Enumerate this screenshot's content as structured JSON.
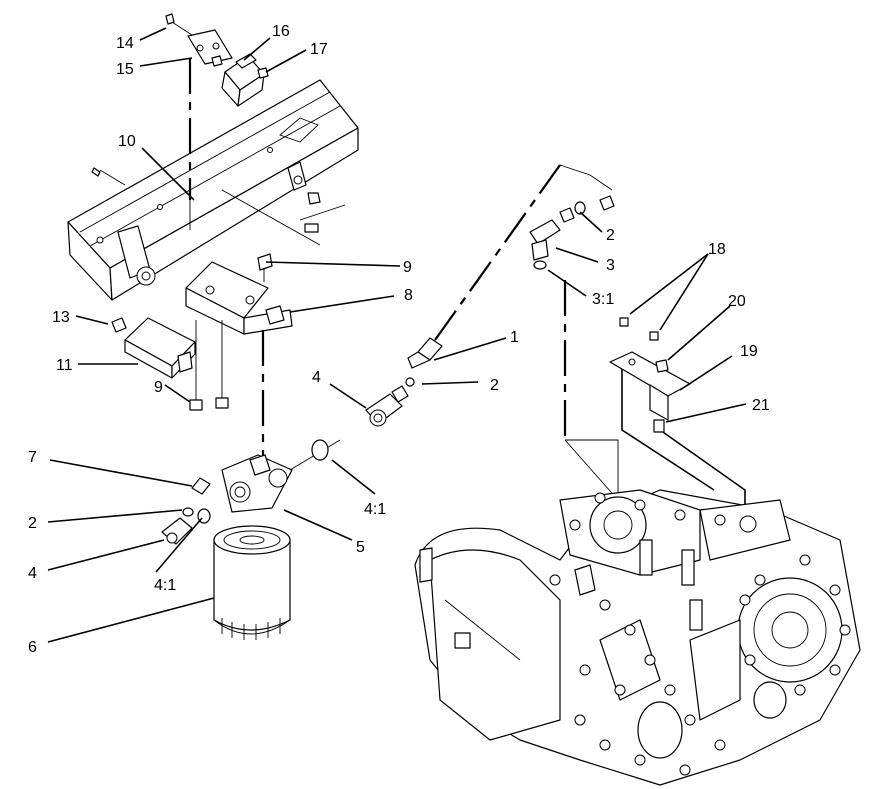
{
  "callouts": [
    {
      "id": "14",
      "label": "14"
    },
    {
      "id": "15",
      "label": "15"
    },
    {
      "id": "16",
      "label": "16"
    },
    {
      "id": "17",
      "label": "17"
    },
    {
      "id": "10",
      "label": "10"
    },
    {
      "id": "9a",
      "label": "9"
    },
    {
      "id": "8",
      "label": "8"
    },
    {
      "id": "13",
      "label": "13"
    },
    {
      "id": "11",
      "label": "11"
    },
    {
      "id": "9b",
      "label": "9"
    },
    {
      "id": "1",
      "label": "1"
    },
    {
      "id": "2a",
      "label": "2"
    },
    {
      "id": "3",
      "label": "3"
    },
    {
      "id": "3_1",
      "label": "3:1"
    },
    {
      "id": "18",
      "label": "18"
    },
    {
      "id": "20",
      "label": "20"
    },
    {
      "id": "19",
      "label": "19"
    },
    {
      "id": "21",
      "label": "21"
    },
    {
      "id": "4a",
      "label": "4"
    },
    {
      "id": "2b",
      "label": "2"
    },
    {
      "id": "7",
      "label": "7"
    },
    {
      "id": "2c",
      "label": "2"
    },
    {
      "id": "4b",
      "label": "4"
    },
    {
      "id": "4_1a",
      "label": "4:1"
    },
    {
      "id": "4_1b",
      "label": "4:1"
    },
    {
      "id": "5",
      "label": "5"
    },
    {
      "id": "6",
      "label": "6"
    }
  ]
}
